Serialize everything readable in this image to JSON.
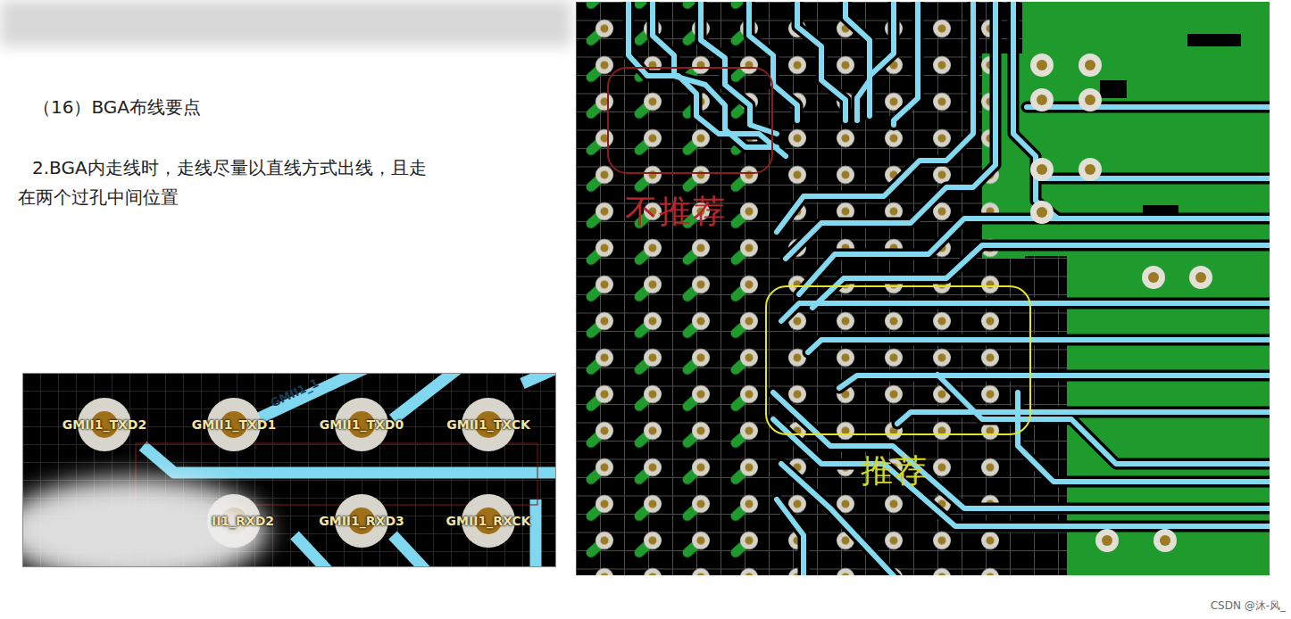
{
  "diagram": {
    "title": "（16）BGA布线要点",
    "nodes": [
      {
        "text": [
          "不推荐"
        ]
      },
      {
        "text": [
          "推荐"
        ]
      }
    ],
    "edges": [],
    "labels": [
      "2.BGA内走线时，走线尽量以直线方式出线，且走在两个过孔中间位置",
      "GMII1_TXD2",
      "GMII1_TXD1",
      "GMII1_TXD0",
      "GMII1_TXCK",
      "II1_RXD2",
      "GMII1_RXD3",
      "GMII1_RXCK",
      "GMII1_1",
      "CSDN @沐-风_"
    ]
  }
}
